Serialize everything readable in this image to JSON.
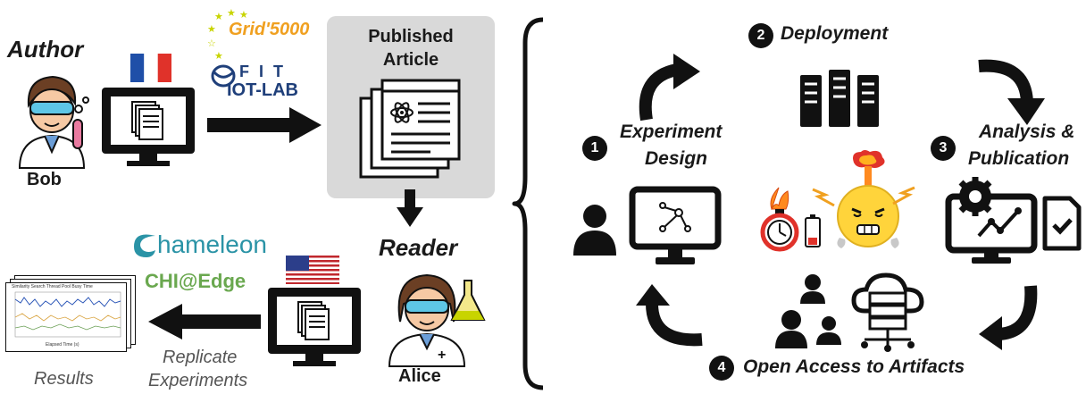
{
  "left": {
    "author": {
      "role": "Author",
      "name": "Bob",
      "flag": "france"
    },
    "reader": {
      "role": "Reader",
      "name": "Alice",
      "flag": "usa"
    },
    "published": {
      "line1": "Published",
      "line2": "Article"
    },
    "testbeds_eu": {
      "grid": "Grid'5000",
      "fit_line1": "F I T",
      "fit_line2": "IOT-LAB"
    },
    "testbeds_us": {
      "chameleon": "hameleon",
      "edge": "CHI@Edge"
    },
    "results": "Results",
    "replicate": {
      "line1": "Replicate",
      "line2": "Experiments"
    },
    "plot_title": "Similarity Search Thread Pool Busy Time",
    "plot_xlabel": "Elapsed Time (s)"
  },
  "cycle": {
    "steps": [
      {
        "number": "1",
        "line1": "Experiment",
        "line2": "Design"
      },
      {
        "number": "2",
        "line1": "Deployment"
      },
      {
        "number": "3",
        "line1": "Analysis &",
        "line2": "Publication"
      },
      {
        "number": "4",
        "line1": "Open Access to Artifacts"
      }
    ]
  },
  "colors": {
    "grid_orange": "#f0a020",
    "grid_star": "#c8d400",
    "chameleon_teal": "#2a93a6",
    "edge_green": "#6aa84f",
    "panel_gray": "#d9d9d9",
    "flask_pink": "#e97aa0"
  }
}
